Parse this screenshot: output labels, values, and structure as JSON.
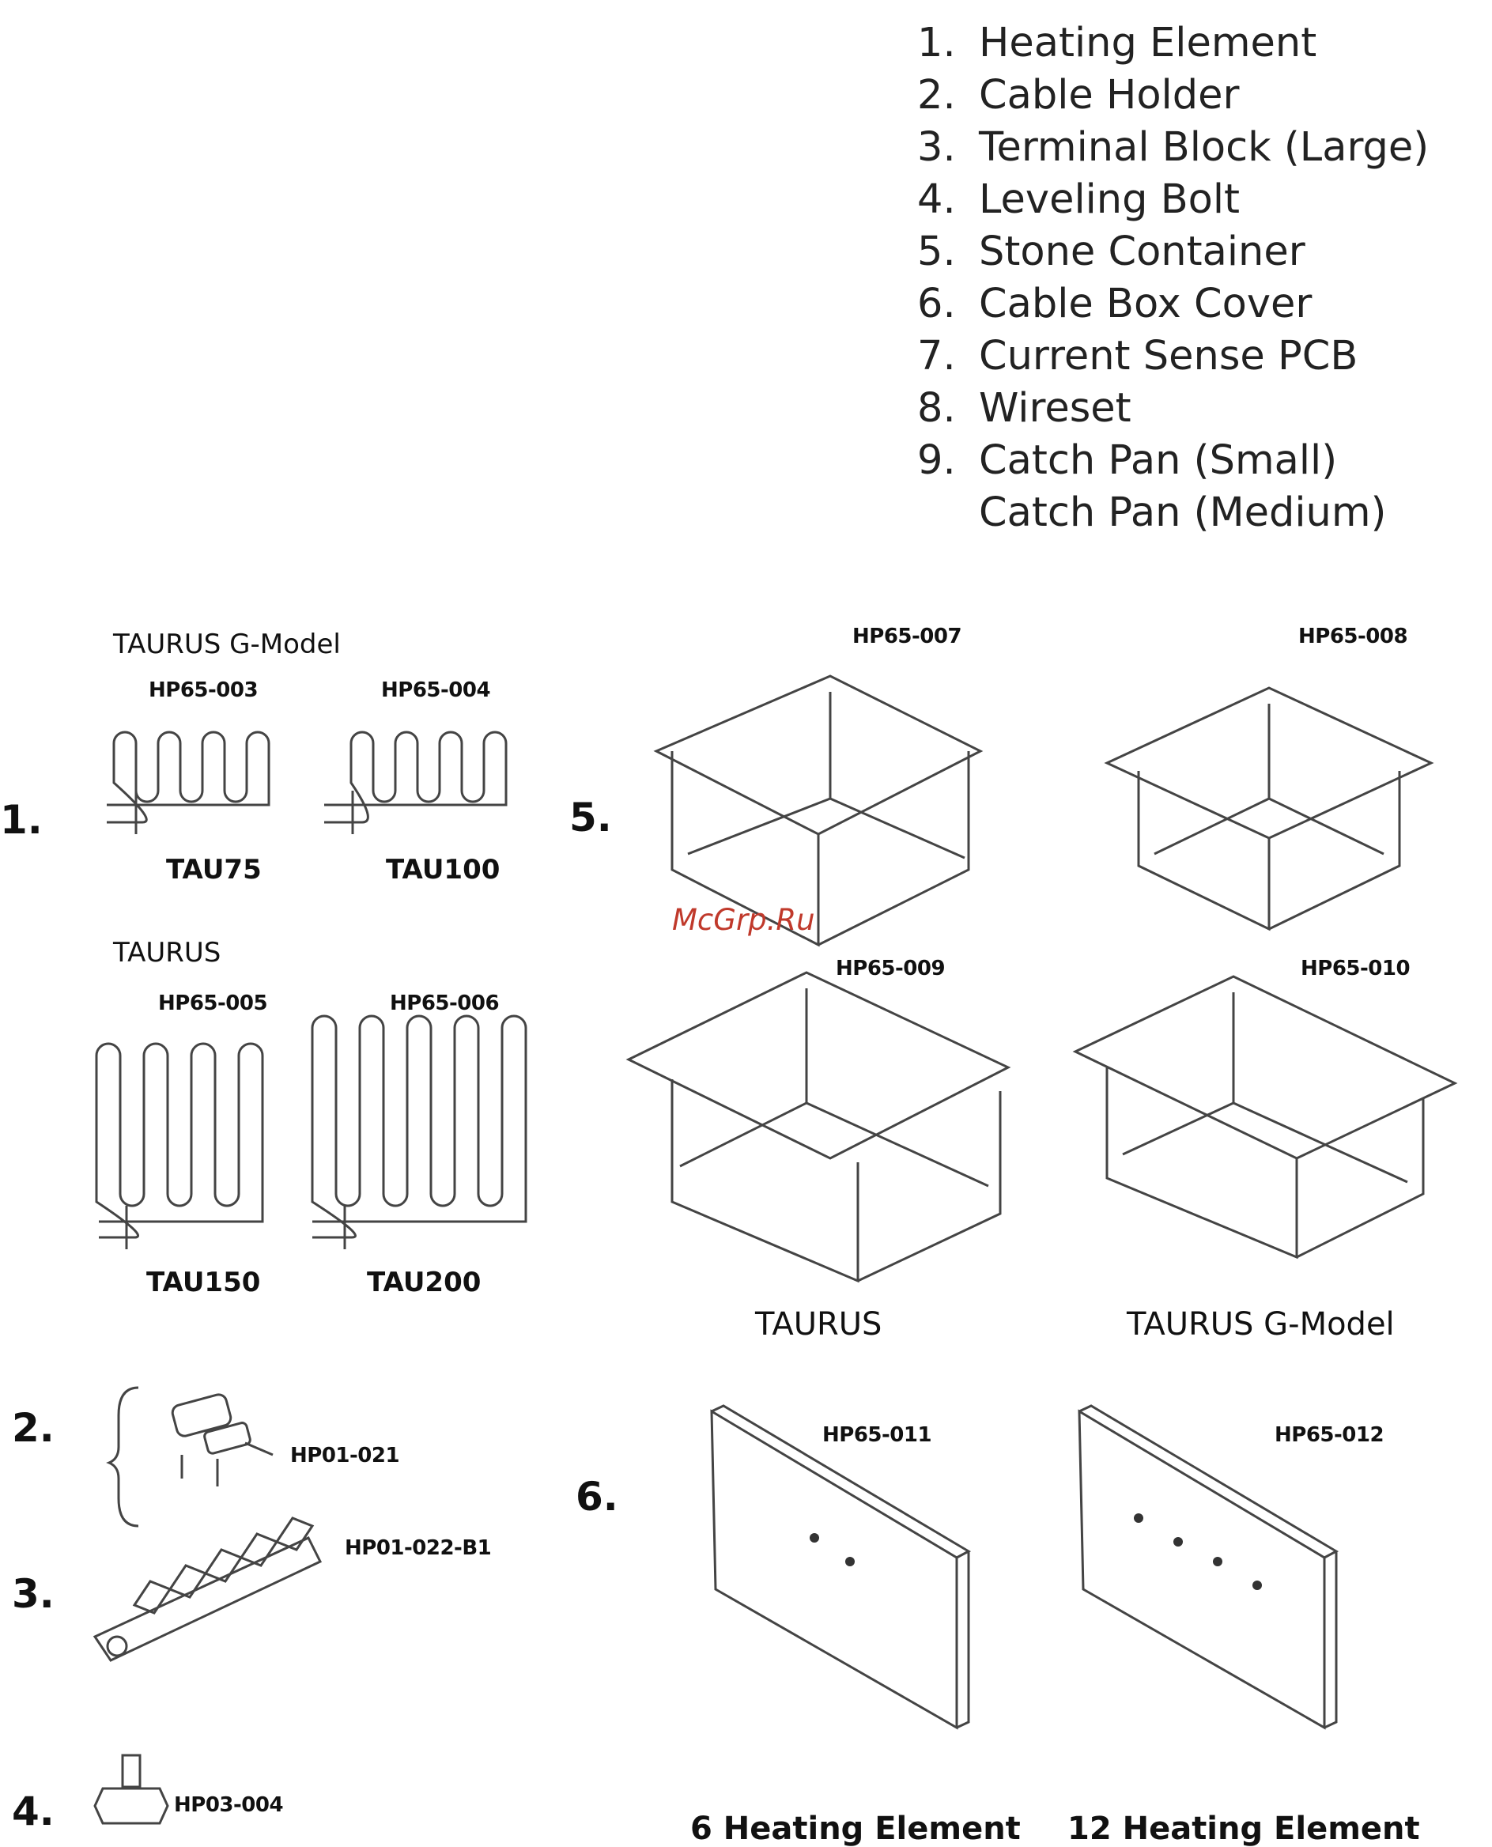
{
  "legend": {
    "items": [
      {
        "num": "1.",
        "label": "Heating Element"
      },
      {
        "num": "2.",
        "label": "Cable Holder"
      },
      {
        "num": "3.",
        "label": "Terminal Block (Large)"
      },
      {
        "num": "4.",
        "label": "Leveling Bolt"
      },
      {
        "num": "5.",
        "label": "Stone Container"
      },
      {
        "num": "6.",
        "label": "Cable Box Cover"
      },
      {
        "num": "7.",
        "label": "Current Sense PCB"
      },
      {
        "num": "8.",
        "label": "Wireset"
      },
      {
        "num": "9.",
        "label": "Catch Pan (Small)"
      }
    ],
    "continuation": "Catch Pan (Medium)"
  },
  "section1": {
    "num": "1.",
    "group_g": "TAURUS G-Model",
    "group_std": "TAURUS",
    "elements": [
      {
        "part": "HP65-003",
        "model": "TAU75"
      },
      {
        "part": "HP65-004",
        "model": "TAU100"
      },
      {
        "part": "HP65-005",
        "model": "TAU150"
      },
      {
        "part": "HP65-006",
        "model": "TAU200"
      }
    ]
  },
  "section2": {
    "num": "2.",
    "part": "HP01-021"
  },
  "section3": {
    "num": "3.",
    "part": "HP01-022-B1"
  },
  "section4": {
    "num": "4.",
    "part": "HP03-004"
  },
  "section5": {
    "num": "5.",
    "containers": [
      "HP65-007",
      "HP65-008",
      "HP65-009",
      "HP65-010"
    ],
    "caption_left": "TAURUS",
    "caption_right": "TAURUS G-Model"
  },
  "section6": {
    "num": "6.",
    "covers": [
      {
        "part": "HP65-011",
        "caption": "6 Heating Element"
      },
      {
        "part": "HP65-012",
        "caption": "12 Heating Element"
      }
    ]
  },
  "watermark": "McGrp.Ru"
}
